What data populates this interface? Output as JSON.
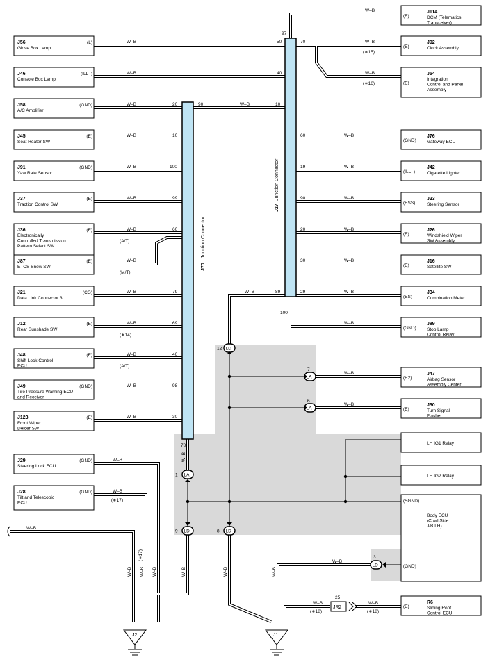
{
  "wire_color": "W–B",
  "left_components": [
    {
      "id": "J56",
      "lines": [
        "Glove Box Lamp"
      ],
      "term": "(L)",
      "pin": "50",
      "conn": "J27"
    },
    {
      "id": "J46",
      "lines": [
        "Console Box Lamp"
      ],
      "term": "(ILL–)",
      "pin": "40",
      "conn": "J27"
    },
    {
      "id": "J58",
      "lines": [
        "A/C Amplifier"
      ],
      "term": "(GND)",
      "pin": "20",
      "conn": "J70"
    },
    {
      "id": "J45",
      "lines": [
        "Seat Heater SW"
      ],
      "term": "(E)",
      "pin": "10",
      "conn": "J70"
    },
    {
      "id": "J91",
      "lines": [
        "Yaw Rate Sensor"
      ],
      "term": "(GND)",
      "pin": "100",
      "conn": "J70"
    },
    {
      "id": "J37",
      "lines": [
        "Traction Control SW"
      ],
      "term": "(E)",
      "pin": "99",
      "conn": "J70"
    },
    {
      "id": "J36",
      "lines": [
        "Electronically",
        "Controlled Transmission",
        "Pattern Select SW"
      ],
      "term": "(E)",
      "pin": "60",
      "note": "(A/T)",
      "conn": "J70"
    },
    {
      "id": "J87",
      "lines": [
        "ETCS Snow SW"
      ],
      "term": "(E)",
      "pin": "",
      "note": "(M/T)",
      "conn": "J70"
    },
    {
      "id": "J21",
      "lines": [
        "Data Link Connector 3"
      ],
      "term": "(CG)",
      "pin": "79",
      "conn": "J70"
    },
    {
      "id": "J12",
      "lines": [
        "Rear Sunshade SW"
      ],
      "term": "(E)",
      "pin": "69",
      "note": "(∗14)",
      "conn": "J70"
    },
    {
      "id": "J48",
      "lines": [
        "Shift Lock Control",
        "ECU"
      ],
      "term": "(E)",
      "pin": "40",
      "note": "(A/T)",
      "conn": "J70"
    },
    {
      "id": "J49",
      "lines": [
        "Tire Pressure Warning ECU",
        "and Receiver"
      ],
      "term": "(GND)",
      "pin": "98",
      "conn": "J70"
    },
    {
      "id": "J123",
      "lines": [
        "Front Wiper",
        "Deicer SW"
      ],
      "term": "(E)",
      "pin": "30",
      "conn": "J70"
    },
    {
      "id": "J29",
      "lines": [
        "Steering Lock ECU"
      ],
      "term": "(GND)"
    },
    {
      "id": "J28",
      "lines": [
        "Tilt and Telescopic",
        "ECU"
      ],
      "term": "(GND)",
      "note": "(∗17)"
    }
  ],
  "right_components": [
    {
      "id": "J114",
      "lines": [
        "DCM (Telematics",
        "Transceiver)"
      ],
      "term": "(E)",
      "pin": "97"
    },
    {
      "id": "J92",
      "lines": [
        "Clock Assembly"
      ],
      "term": "(E)",
      "pin": "70",
      "note": "(∗15)"
    },
    {
      "id": "J54",
      "lines": [
        "Integration",
        "Control and Panel",
        "Assembly"
      ],
      "term": "(E)",
      "note": "(∗16)"
    },
    {
      "id": "J76",
      "lines": [
        "Gateway ECU"
      ],
      "term": "(GND)",
      "pin": "60"
    },
    {
      "id": "J42",
      "lines": [
        "Cigarette Lighter"
      ],
      "term": "(ILL–)",
      "pin": "19"
    },
    {
      "id": "J23",
      "lines": [
        "Steering Sensor"
      ],
      "term": "(ESS)",
      "pin": "90"
    },
    {
      "id": "J26",
      "lines": [
        "Windshield Wiper",
        "SW Assembly"
      ],
      "term": "(E)",
      "pin": "20"
    },
    {
      "id": "J16",
      "lines": [
        "Satellite SW"
      ],
      "term": "(E)",
      "pin": "30"
    },
    {
      "id": "J34",
      "lines": [
        "Combination Meter"
      ],
      "term": "(ES)",
      "pin": "29"
    },
    {
      "id": "J89",
      "lines": [
        "Stop Lamp",
        "Control Relay"
      ],
      "term": "(GND)",
      "pin": "100"
    },
    {
      "id": "J47",
      "lines": [
        "Airbag Sensor",
        "Assembly Center"
      ],
      "term": "(E2)"
    },
    {
      "id": "J30",
      "lines": [
        "Turn Signal",
        "Flasher"
      ],
      "term": "(E)"
    },
    {
      "id": "",
      "lines": [
        "LH IG1 Relay"
      ],
      "term": ""
    },
    {
      "id": "",
      "lines": [
        "LH IG2 Relay"
      ],
      "term": ""
    },
    {
      "id": "",
      "lines": [
        "Body ECU",
        "(Cowl Side",
        "J/B LH)"
      ],
      "term": "(SGND)",
      "term2": "(GND)"
    },
    {
      "id": "R6",
      "lines": [
        "Sliding Roof",
        "Control ECU"
      ],
      "term": "(E)",
      "note": "(∗18)"
    }
  ],
  "connectors": {
    "j70": {
      "id": "J70",
      "name": "Junction Connector",
      "pin_top": "90",
      "pin_bottom": "78"
    },
    "j27": {
      "id": "J27",
      "name": "Junction Connector",
      "pin_in": "10",
      "pin_89": "89"
    }
  },
  "splices": [
    {
      "num": "12",
      "code": "LD"
    },
    {
      "num": "7",
      "code": "LA"
    },
    {
      "num": "6",
      "code": "LA"
    },
    {
      "num": "1",
      "code": "LA"
    },
    {
      "num": "9",
      "code": "LD"
    },
    {
      "num": "8",
      "code": "LD"
    },
    {
      "num": "3",
      "code": "LD"
    }
  ],
  "jr2": {
    "label": "JR2",
    "pin": "25",
    "note_left": "(∗18)",
    "note_right": "(∗18)"
  },
  "grounds": [
    {
      "label": "J2"
    },
    {
      "label": "J1"
    }
  ],
  "misc_notes": {
    "n17": "(∗17)"
  }
}
